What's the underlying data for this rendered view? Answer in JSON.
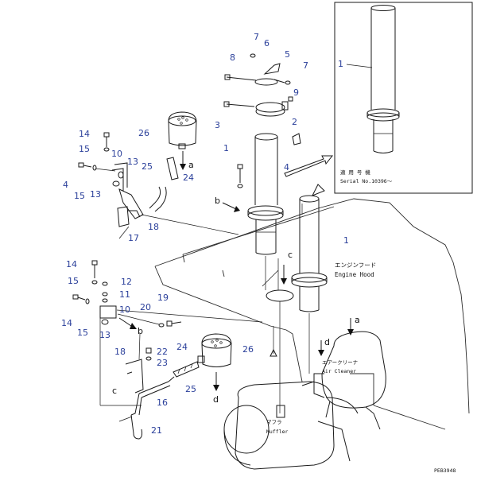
{
  "diagram": {
    "inset_callout": "1",
    "inset_text_jp": "適 用 号 機",
    "inset_text_serial": "Serial No.10396〜",
    "engine_hood_jp": "エンジンフード",
    "engine_hood_en": "Engine Hood",
    "air_cleaner_jp": "エアークリーナ",
    "air_cleaner_en": "Air Cleaner",
    "muffler_jp": "マフラ",
    "muffler_en": "Muffler",
    "figure_code": "PEB3948",
    "callouts": [
      "7",
      "6",
      "5",
      "7",
      "8",
      "9",
      "3",
      "2",
      "1",
      "4",
      "14",
      "15",
      "10",
      "26",
      "13",
      "25",
      "24",
      "4",
      "15",
      "13",
      "18",
      "17",
      "1",
      "14",
      "15",
      "12",
      "11",
      "14",
      "15",
      "10",
      "13",
      "20",
      "19",
      "18",
      "22",
      "23",
      "24",
      "26",
      "25",
      "16",
      "21"
    ],
    "letters": [
      "a",
      "b",
      "c",
      "b",
      "c",
      "a",
      "d",
      "d"
    ]
  }
}
